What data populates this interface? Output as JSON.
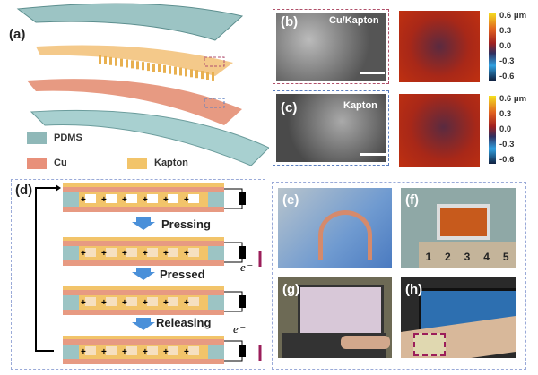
{
  "panels": {
    "a": "(a)",
    "b": "(b)",
    "c": "(c)",
    "d": "(d)",
    "e": "(e)",
    "f": "(f)",
    "g": "(g)",
    "h": "(h)"
  },
  "legend": [
    {
      "label": "PDMS",
      "color": "#8fb8b8"
    },
    {
      "label": "Cu",
      "color": "#e8907a"
    },
    {
      "label": "Kapton",
      "color": "#f2c46a"
    }
  ],
  "sem": {
    "b_title": "Cu/Kapton",
    "c_title": "Kapton"
  },
  "colorbar": {
    "ticks": [
      "0.6 μm",
      "0.3",
      "0.0",
      "-0.3",
      "-0.6"
    ]
  },
  "steps": [
    "Pressing",
    "Pressed",
    "Releasing"
  ],
  "electron": "e⁻",
  "ruler": [
    "1",
    "2",
    "3",
    "4",
    "5"
  ],
  "colors": {
    "b_box": "#b0506a",
    "c_box": "#5b7fc0",
    "d_box": "#9aaad8",
    "arrow_blue": "#4a90d9",
    "electron_arrow": "#9b1e5a"
  }
}
